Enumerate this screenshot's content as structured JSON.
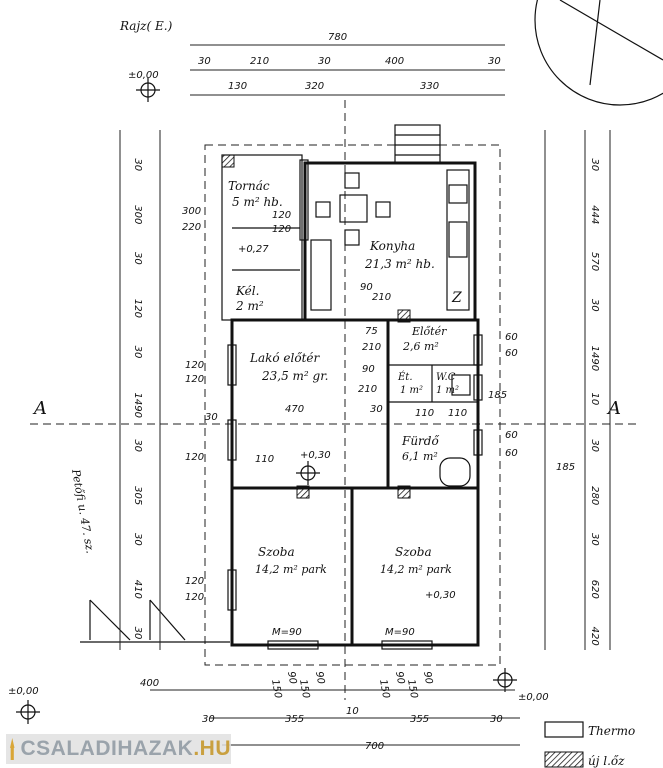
{
  "header_note": "Rajz( E.)",
  "rooms": {
    "terrace": {
      "name": "Tornác",
      "area": "5 m² hb."
    },
    "kitchen": {
      "name": "Konyha",
      "area": "21,3 m² hb."
    },
    "pantry": {
      "name": "Kél.",
      "area": "2 m²"
    },
    "living": {
      "name": "Lakó előtér",
      "area": "23,5 m² gr."
    },
    "hall": {
      "name": "Előtér",
      "area": "2,6 m²"
    },
    "shower": {
      "name": "Ét.",
      "area": "1 m²"
    },
    "wc": {
      "name": "W.C",
      "area": "1 m²"
    },
    "bath": {
      "name": "Fürdő",
      "area": "6,1 m²"
    },
    "bedroom1": {
      "name": "Szoba",
      "area": "14,2 m² park"
    },
    "bedroom2": {
      "name": "Szoba",
      "area": "14,2 m² park"
    }
  },
  "levels": {
    "zero_left_top": "±0,00",
    "zero_left_bottom": "±0,00",
    "zero_right": "±0,00",
    "terrace": "+0,27",
    "living": "+0,30",
    "bedroom": "+0,30"
  },
  "street": "Petőfi u. 47. sz.",
  "doors": {
    "bed1": "M=90",
    "bed2": "M=90"
  },
  "dims_top": {
    "total": "780",
    "row2": [
      "30",
      "210",
      "30",
      "400",
      "30"
    ],
    "row3": [
      "130",
      "320",
      "330"
    ]
  },
  "dims_bottom": {
    "row1": [
      "400"
    ],
    "row2": [
      "30",
      "355",
      "10",
      "355",
      "30"
    ],
    "total": "700",
    "openings": [
      "150",
      "90",
      "150",
      "90",
      "150",
      "90",
      "150",
      "90"
    ]
  },
  "dims_left": [
    "30",
    "300",
    "30",
    "120",
    "30",
    "1490",
    "30",
    "305",
    "30",
    "410",
    "30"
  ],
  "dims_right": [
    "30",
    "444",
    "570",
    "30",
    "1490",
    "10",
    "30",
    "280",
    "30",
    "620",
    "420"
  ],
  "dims_inner": [
    "300",
    "220",
    "120",
    "120",
    "75",
    "210",
    "90",
    "210",
    "120",
    "120",
    "470",
    "30",
    "30",
    "110",
    "110",
    "120",
    "120",
    "120",
    "110",
    "60",
    "60",
    "60",
    "60",
    "185",
    "185",
    "90",
    "210"
  ],
  "section_marks": [
    "A",
    "A"
  ],
  "legend": [
    {
      "swatch": "empty",
      "label": "Thermo"
    },
    {
      "swatch": "hatched",
      "label": "új l.őz"
    }
  ],
  "watermark": {
    "name": "CSALADIHAZAK",
    "tld": ".HU"
  }
}
